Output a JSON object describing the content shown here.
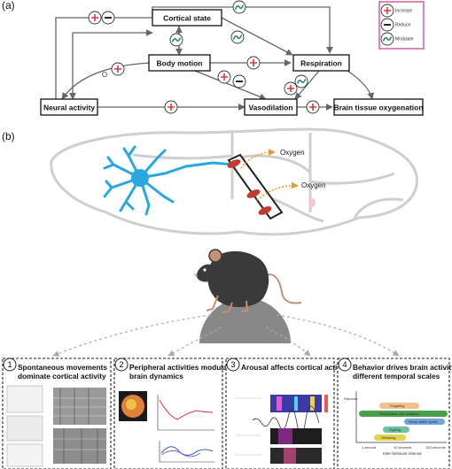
{
  "section_a_label": "(a)",
  "section_b_label": "(b)",
  "nodes": {
    "cortical": "Cortical state",
    "body": "Body motion",
    "resp": "Respiration",
    "neural": "Neural activity",
    "vaso": "Vasodilation",
    "tissue": "Brain tissue oxygenation"
  },
  "legend": {
    "increase": "Increase",
    "reduce": "Reduce",
    "modulate": "Modulate"
  },
  "oxygen_labels": [
    "Oxygen",
    "Oxygen"
  ],
  "panels": [
    {
      "num": "1",
      "title_lines": [
        "Spontaneous movements",
        "dominate cortical activity"
      ]
    },
    {
      "num": "2",
      "title_lines": [
        "Peripheral activities modulate",
        "brain dynamics"
      ]
    },
    {
      "num": "3",
      "title_lines": [
        "Arousal affects cortical activity"
      ]
    },
    {
      "num": "4",
      "title_lines": [
        "Behavior drives brain activity at",
        "different temporal scales"
      ]
    }
  ],
  "panel4_bars": [
    "Fidgeting",
    "Respiration rate variation",
    "Sleep-wake cycles",
    "Sighing",
    "Whisking"
  ],
  "panel4_ylabel": "Random",
  "panel4_xlabel": "Inter-behavior interval",
  "panel4_ticks": [
    "1 second",
    "10 seconds",
    "100 seconds"
  ],
  "colors": {
    "increase": "#d9393a",
    "modulate": "#2a8a6e",
    "astrocyte": "#29a8e0",
    "rbc": "#c53a2e",
    "oxygen_arrow": "#e89b2c",
    "legend_border": "#c1378a",
    "platform": "#888888",
    "panel4_bars": [
      "#f3c08a",
      "#4aa04a",
      "#6fa5dc",
      "#6dc3a0",
      "#e6d34c"
    ]
  }
}
